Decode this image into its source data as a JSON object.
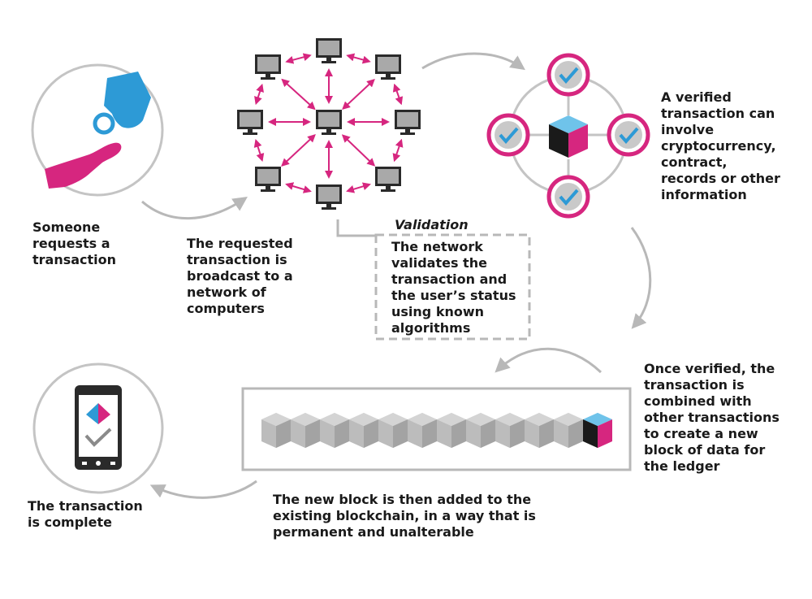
{
  "colors": {
    "magenta": "#d6267f",
    "blue": "#2d9ad6",
    "light_blue": "#6fc3ea",
    "gray_stroke": "#b8b8b8",
    "text": "#1a1a1a"
  },
  "steps": {
    "request": "Someone\nrequests a\ntransaction",
    "broadcast": "The requested\ntransaction is\nbroadcast to a\nnetwork of\ncomputers",
    "validation_title": "Validation",
    "validation_body": "The network\nvalidates the\ntransaction and\nthe user’s status\nusing known\nalgorithms",
    "verified": "A verified\ntransaction can\ninvolve\ncryptocurrency,\ncontract,\nrecords or other\ninformation",
    "combined": "Once verified, the\ntransaction is\ncombined with\nother transactions\nto create a new\nblock of data for\nthe ledger",
    "added": "The new block is then added to the\nexisting blockchain, in a way that is\npermanent and unalterable",
    "complete": "The transaction\nis complete"
  },
  "icons": {
    "hand": "hand-payment-icon",
    "computer": "computer-monitor-icon",
    "check": "check-icon",
    "block": "data-block-icon",
    "phone": "smartphone-icon"
  },
  "blockchain": {
    "gray_blocks": 11,
    "new_blocks": 1
  }
}
